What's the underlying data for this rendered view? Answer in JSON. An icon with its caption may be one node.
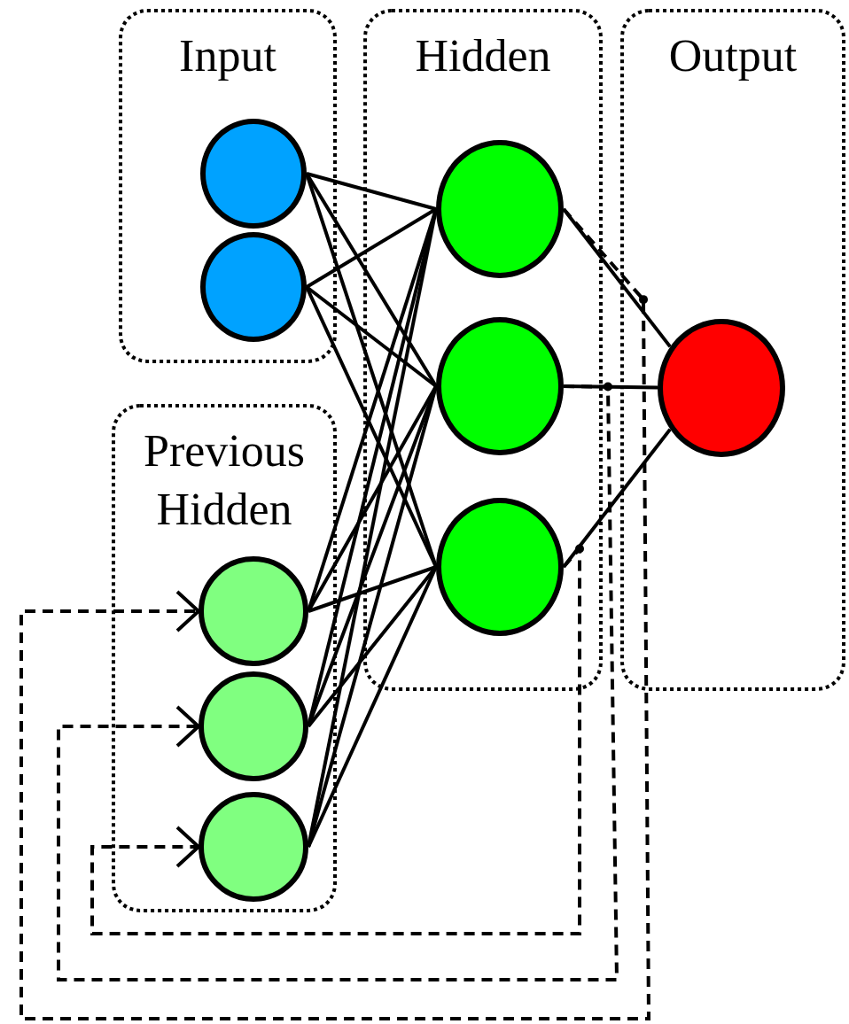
{
  "diagram": {
    "nodes": [
      {
        "text": [
          "Input"
        ]
      },
      {
        "text": [],
        "shape": "circle",
        "in": 0
      },
      {
        "text": [],
        "shape": "circle",
        "in": 0
      },
      {
        "text": [
          "Hidden"
        ]
      },
      {
        "text": [],
        "shape": "circle",
        "in": 3
      },
      {
        "text": [],
        "shape": "circle",
        "in": 3
      },
      {
        "text": [],
        "shape": "circle",
        "in": 3
      },
      {
        "text": [
          "Output"
        ]
      },
      {
        "text": [],
        "shape": "circle",
        "in": 7
      },
      {
        "text": [
          "Previous Hidden"
        ]
      },
      {
        "text": [],
        "shape": "circle",
        "in": 9
      },
      {
        "text": [],
        "shape": "circle",
        "in": 9
      },
      {
        "text": [],
        "shape": "circle",
        "in": 9
      }
    ],
    "edges": [
      {
        "from": 1,
        "to": 4,
        "arrow": "none"
      },
      {
        "from": 1,
        "to": 5,
        "arrow": "none"
      },
      {
        "from": 1,
        "to": 6,
        "arrow": "none"
      },
      {
        "from": 2,
        "to": 4,
        "arrow": "none"
      },
      {
        "from": 2,
        "to": 5,
        "arrow": "none"
      },
      {
        "from": 2,
        "to": 6,
        "arrow": "none"
      },
      {
        "from": 10,
        "to": 4,
        "arrow": "none"
      },
      {
        "from": 10,
        "to": 5,
        "arrow": "none"
      },
      {
        "from": 10,
        "to": 6,
        "arrow": "none"
      },
      {
        "from": 11,
        "to": 4,
        "arrow": "none"
      },
      {
        "from": 11,
        "to": 5,
        "arrow": "none"
      },
      {
        "from": 11,
        "to": 6,
        "arrow": "none"
      },
      {
        "from": 12,
        "to": 4,
        "arrow": "none"
      },
      {
        "from": 12,
        "to": 5,
        "arrow": "none"
      },
      {
        "from": 12,
        "to": 6,
        "arrow": "none"
      },
      {
        "from": 4,
        "to": 8,
        "arrow": "none"
      },
      {
        "from": 5,
        "to": 8,
        "arrow": "none"
      },
      {
        "from": 6,
        "to": 8,
        "arrow": "none"
      },
      {
        "from": 4,
        "to": 10,
        "arrow": "to",
        "style": "dashed"
      },
      {
        "from": 5,
        "to": 11,
        "arrow": "to",
        "style": "dashed"
      },
      {
        "from": 6,
        "to": 12,
        "arrow": "to",
        "style": "dashed"
      }
    ]
  }
}
